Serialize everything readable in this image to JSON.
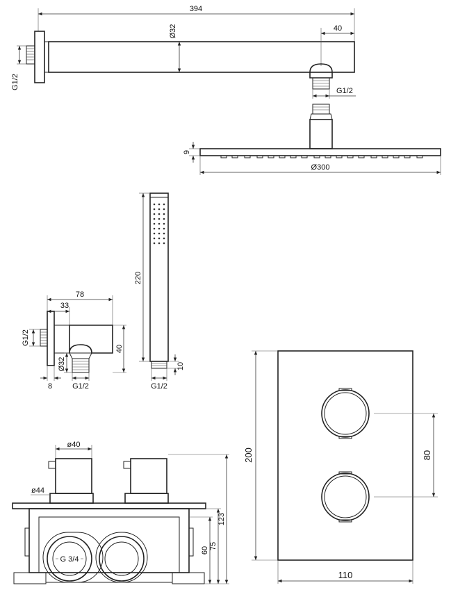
{
  "shower_arm": {
    "length_label": "394",
    "diameter_label": "Ø32",
    "offset_label": "40",
    "inlet_thread_label": "G1/2",
    "outlet_thread_label": "G1/2"
  },
  "shower_head": {
    "thickness_label": "9",
    "diameter_label": "Ø300"
  },
  "hand_shower": {
    "length_label": "220",
    "connector_height_label": "10",
    "thread_label": "G1/2"
  },
  "wall_outlet": {
    "total_depth_label": "78",
    "body_depth_label": "33",
    "height_label": "40",
    "flange_label": "8",
    "diameter_label": "Ø32",
    "inlet_thread_label": "G1/2",
    "outlet_thread_label": "G1/2"
  },
  "valve_body": {
    "knob_diameter_label": "ø40",
    "rosette_diameter_label": "ø44",
    "depth_label": "123",
    "depth2_label": "75",
    "depth3_label": "60",
    "port_thread_label": "G 3/4"
  },
  "cover_plate": {
    "height_label": "200",
    "width_label": "110",
    "knob_spacing_label": "80"
  }
}
